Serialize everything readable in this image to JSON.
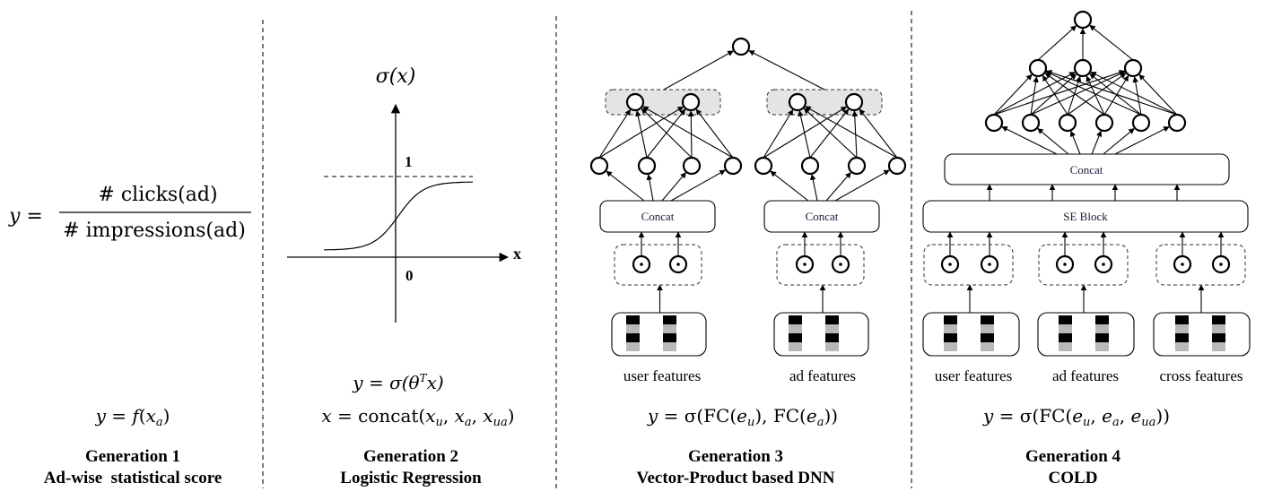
{
  "generations": [
    {
      "title": "Generation 1",
      "subtitle": "Ad-wise  statistical score",
      "formula_main": {
        "lhs": "y =",
        "numerator": "# clicks(ad)",
        "denominator": "# impressions(ad)"
      },
      "formula": "y = f(x_a)",
      "formula_parts": {
        "y": "y",
        "eq": "=",
        "f": "f",
        "open": "(",
        "x": "x",
        "sub": "a",
        "close": ")"
      }
    },
    {
      "title": "Generation 2",
      "subtitle": "Logistic Regression",
      "plot": {
        "y_axis_label": "σ(x)",
        "x_axis_label": "x",
        "tick_one": "1",
        "tick_zero": "0",
        "curve": "sigmoid"
      },
      "formula_line1": "y = σ(θᵀx)",
      "formula_line2": "x = concat(x_u, x_a, x_ua)",
      "formula_parts": {
        "l1_y": "y = σ(θ",
        "l1_sup": "T",
        "l1_end": "x)",
        "l2_x": "x",
        "l2_eq": " = concat(",
        "l2_xu": "x",
        "l2_u": "u",
        "l2_c1": ", ",
        "l2_xa": "x",
        "l2_a": "a",
        "l2_c2": ", ",
        "l2_xua": "x",
        "l2_ua": "ua",
        "l2_close": ")"
      }
    },
    {
      "title": "Generation 3",
      "subtitle": "Vector-Product based DNN",
      "towers": [
        {
          "concat_label": "Concat",
          "feature_label": "user features"
        },
        {
          "concat_label": "Concat",
          "feature_label": "ad features"
        }
      ],
      "formula": "y = σ(FC(e_u), FC(e_a))",
      "formula_parts": {
        "a": "y = σ(FC(",
        "e1": "e",
        "s1": "u",
        "b": "), FC(",
        "e2": "e",
        "s2": "a",
        "c": "))"
      }
    },
    {
      "title": "Generation 4",
      "subtitle": "COLD",
      "concat_label": "Concat",
      "se_block_label": "SE Block",
      "feature_groups": [
        {
          "feature_label": "user features"
        },
        {
          "feature_label": "ad features"
        },
        {
          "feature_label": "cross features"
        }
      ],
      "formula": "y = σ(FC(e_u, e_a, e_ua))",
      "formula_parts": {
        "a": "y = σ(FC(",
        "e1": "e",
        "s1": "u",
        "c1": ", ",
        "e2": "e",
        "s2": "a",
        "c2": ", ",
        "e3": "e",
        "s3": "ua",
        "end": "))"
      }
    }
  ],
  "colors": {
    "line": "#000000",
    "dashed_separator": "#333333",
    "shaded_group_fill": "#e4e4e4",
    "embedding_dark": "#000000",
    "embedding_light": "#b8b8b8"
  }
}
